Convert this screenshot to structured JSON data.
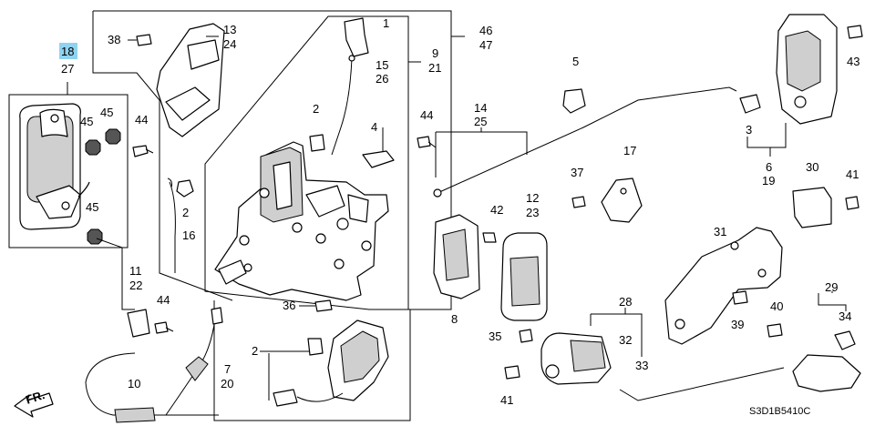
{
  "highlight_color": "#8fd3f0",
  "callouts": {
    "c1": "1",
    "c2a": "2",
    "c2b": "2",
    "c2c": "2",
    "c3": "3",
    "c4": "4",
    "c5": "5",
    "c6": "6",
    "c7": "7",
    "c8": "8",
    "c9": "9",
    "c10": "10",
    "c11": "11",
    "c12": "12",
    "c13": "13",
    "c14": "14",
    "c15": "15",
    "c16": "16",
    "c17": "17",
    "c18": "18",
    "c19": "19",
    "c20": "20",
    "c21": "21",
    "c22": "22",
    "c23": "23",
    "c24": "24",
    "c25": "25",
    "c26": "26",
    "c27": "27",
    "c28": "28",
    "c29": "29",
    "c30": "30",
    "c31": "31",
    "c32": "32",
    "c33": "33",
    "c34": "34",
    "c35": "35",
    "c36": "36",
    "c37": "37",
    "c38": "38",
    "c39": "39",
    "c40": "40",
    "c41a": "41",
    "c41b": "41",
    "c42": "42",
    "c43": "43",
    "c44a": "44",
    "c44b": "44",
    "c44c": "44",
    "c45a": "45",
    "c45b": "45",
    "c45c": "45",
    "c46": "46",
    "c47": "47"
  },
  "front_arrow_label": "FR.",
  "diagram_code": "S3D1B5410C"
}
